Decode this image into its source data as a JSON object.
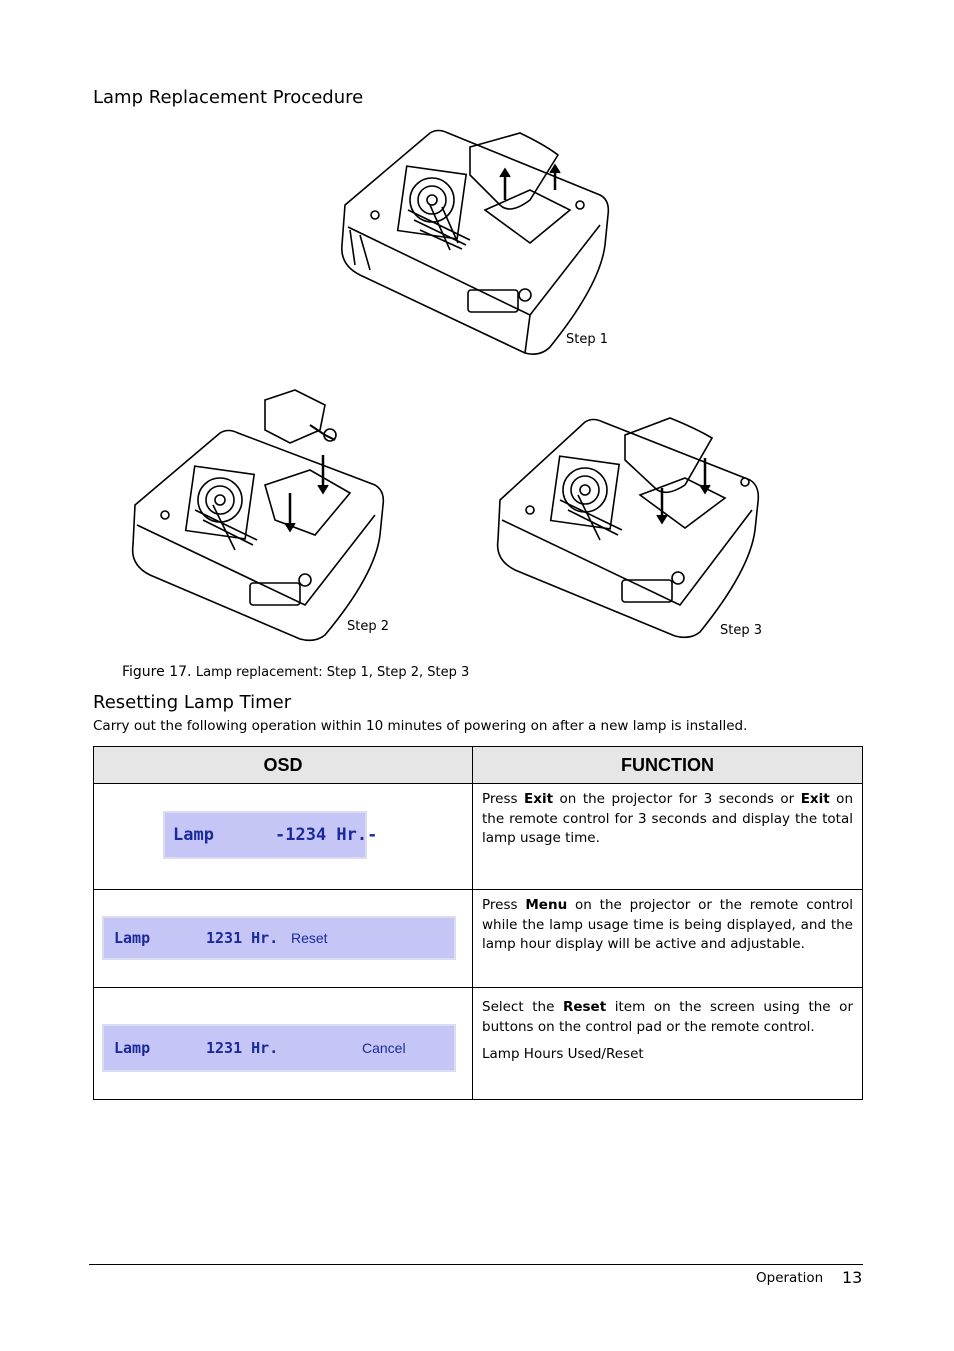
{
  "section1": {
    "title": "Lamp Replacement Procedure"
  },
  "figure": {
    "step1_label": "Step 1",
    "step2_label": "Step 2",
    "step3_label": "Step 3",
    "caption_prefix": "Figure 17.",
    "caption_text": "Lamp replacement: Step 1, Step 2, Step 3"
  },
  "section2": {
    "title": "Resetting Lamp Timer",
    "intro": "Carry out the following operation within 10 minutes of powering on after a new lamp is installed."
  },
  "table": {
    "headers": [
      "OSD",
      "FUNCTION"
    ],
    "rows": [
      {
        "osd": {
          "item": "Lamp",
          "value": "-1234 Hr.-",
          "action": ""
        },
        "function": {
          "t1": "Press ",
          "b1": "Exit",
          "t2": " on the projector for 3 seconds or ",
          "b2": "Exit",
          "t3": " on the remote control for 3 seconds and display the total lamp usage time."
        }
      },
      {
        "osd": {
          "item": "Lamp",
          "value": "1231 Hr.",
          "action": "Reset"
        },
        "function": {
          "t1": "Press ",
          "b1": "Menu",
          "t2": " on the projector or the remote control while the lamp usage time is being displayed, and the lamp hour display will be active and adjustable."
        }
      },
      {
        "osd": {
          "item": "Lamp",
          "value": "1231 Hr.",
          "action": "Cancel"
        },
        "function": {
          "t1": "Select the ",
          "b1": "Reset",
          "t2": " item on the screen using the        or buttons on the control pad or the remote control.",
          "p2": "Lamp Hours Used/Reset"
        }
      }
    ]
  },
  "footer": {
    "section": "Operation",
    "page": "13"
  }
}
